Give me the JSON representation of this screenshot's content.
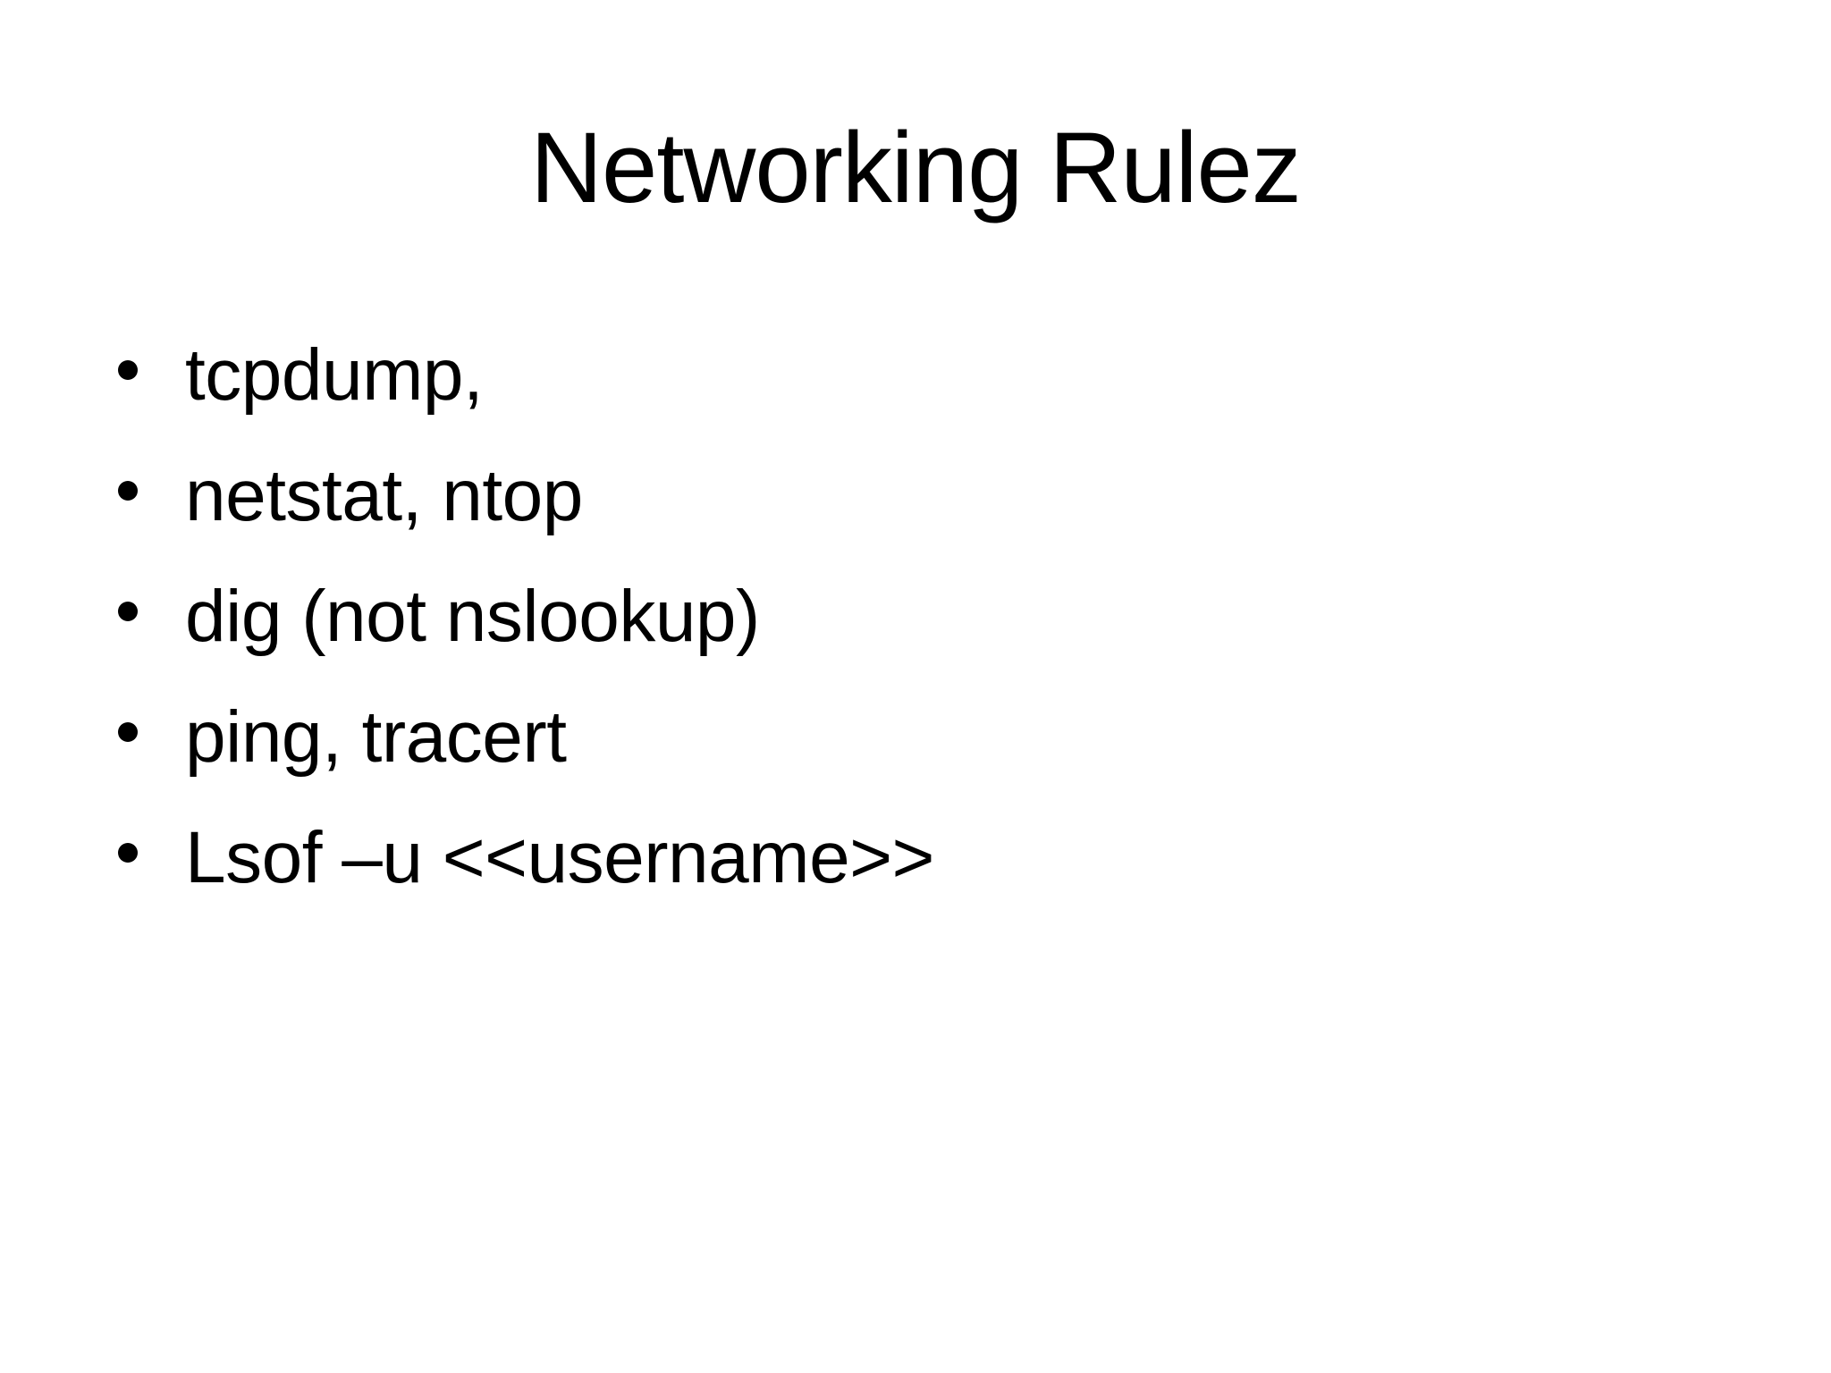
{
  "slide": {
    "title": "Networking Rulez",
    "bullets": [
      "tcpdump,",
      "netstat, ntop",
      "dig (not nslookup)",
      "ping, tracert",
      "Lsof –u <<username>>"
    ]
  },
  "colors": {
    "background": "#ffffff",
    "text": "#000000",
    "bullet_dot": "#000000"
  }
}
